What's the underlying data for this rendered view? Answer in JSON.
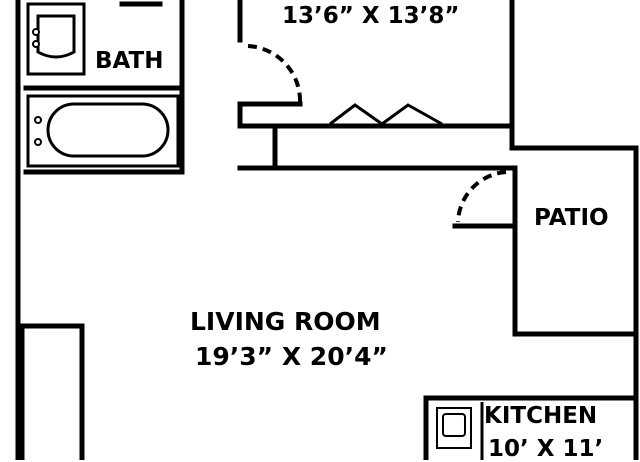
{
  "rooms": {
    "bedroom": {
      "dims": "13’6” X 13’8”"
    },
    "bath": {
      "name": "BATH"
    },
    "patio": {
      "name": "PATIO"
    },
    "living": {
      "name": "LIVING ROOM",
      "dims": "19’3” X 20’4”"
    },
    "kitchen": {
      "name": "KITCHEN",
      "dims": "10’ X 11’"
    }
  }
}
